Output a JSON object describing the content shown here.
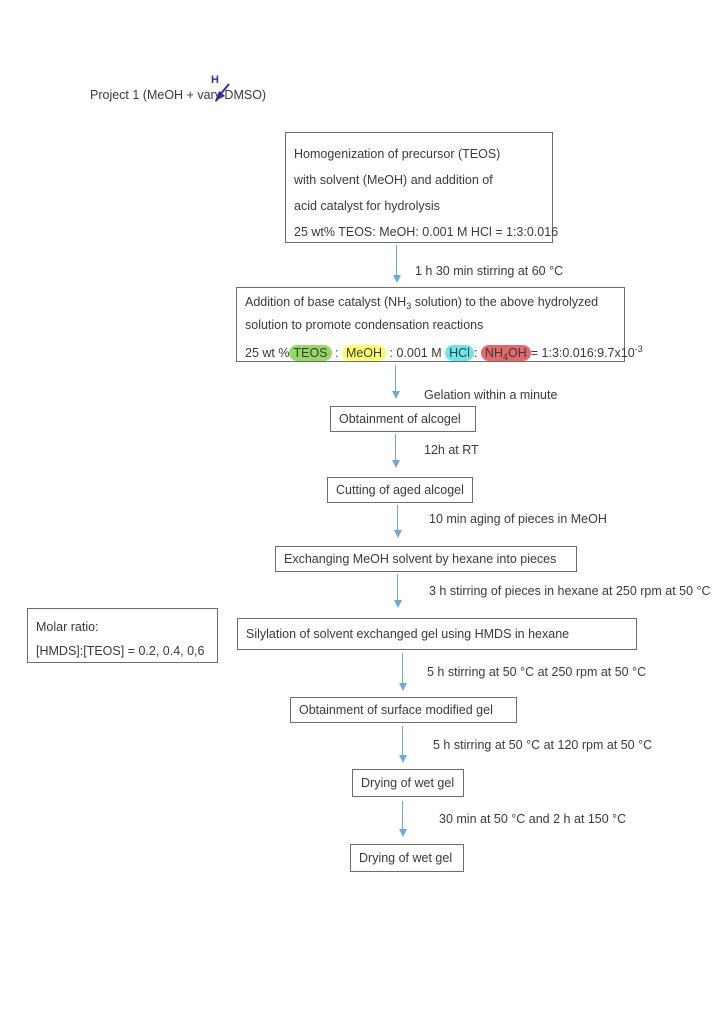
{
  "title": {
    "part_before": "Project 1 (MeOH + vary ",
    "annotated_char": "D",
    "part_after": "MSO)",
    "handwritten_note": "H"
  },
  "colors": {
    "arrow_blue": "#6fa8dc",
    "box_border": "#6e6e6e",
    "text": "#3a3a3a",
    "annotation_blue": "#2e2ea6",
    "highlight_green": "#94d965",
    "highlight_yellow": "#ffff6e",
    "highlight_cyan": "#6ee5e8",
    "highlight_red": "#e5686c"
  },
  "flowchart": {
    "box1": {
      "lines": [
        "Homogenization of precursor (TEOS)",
        "with solvent (MeOH) and addition of",
        "acid catalyst for hydrolysis",
        "25 wt% TEOS: MeOH: 0.001 M HCl = 1:3:0.016"
      ]
    },
    "step1_label": "1 h 30 min stirring at 60 °C",
    "box2": {
      "line1_a": "Addition of base catalyst (NH",
      "line1_sub": "3",
      "line1_b": " solution) to the above hydrolyzed",
      "line2": "solution to promote condensation reactions",
      "ratio": {
        "prefix": "25 wt %",
        "teos": "TEOS",
        "sep1": " : ",
        "meoh": "MeOH",
        "sep2": " : 0.001 M ",
        "hcl": "HCl",
        "sep3": ": ",
        "nh4oh_a": "NH",
        "nh4oh_sub": "4",
        "nh4oh_b": "OH",
        "equals": "= 1:3:0.016:9.7x10",
        "exponent": "-3"
      }
    },
    "step2_label": "Gelation within a minute",
    "box3": "Obtainment of alcogel",
    "step3_label": "12h at RT",
    "box4": "Cutting of aged alcogel",
    "step4_label": "10 min aging of pieces in MeOH",
    "box5": "Exchanging MeOH solvent by hexane into pieces",
    "step5_label": "3 h stirring of pieces in hexane at 250 rpm at 50 °C",
    "box6": "Silylation of solvent exchanged gel using HMDS in hexane",
    "step6_label": "5 h stirring at 50 °C at 250 rpm at 50 °C",
    "box7": "Obtainment of surface modified gel",
    "step7_label": "5 h stirring at 50 °C at 120 rpm at 50 °C",
    "box8": "Drying of wet gel",
    "step8_label": "30 min at 50 °C and 2 h at 150 °C",
    "box9": "Drying of wet gel"
  },
  "side_note": {
    "line1": "Molar ratio:",
    "line2": "[HMDS]:[TEOS] = 0.2, 0.4, 0,6"
  }
}
